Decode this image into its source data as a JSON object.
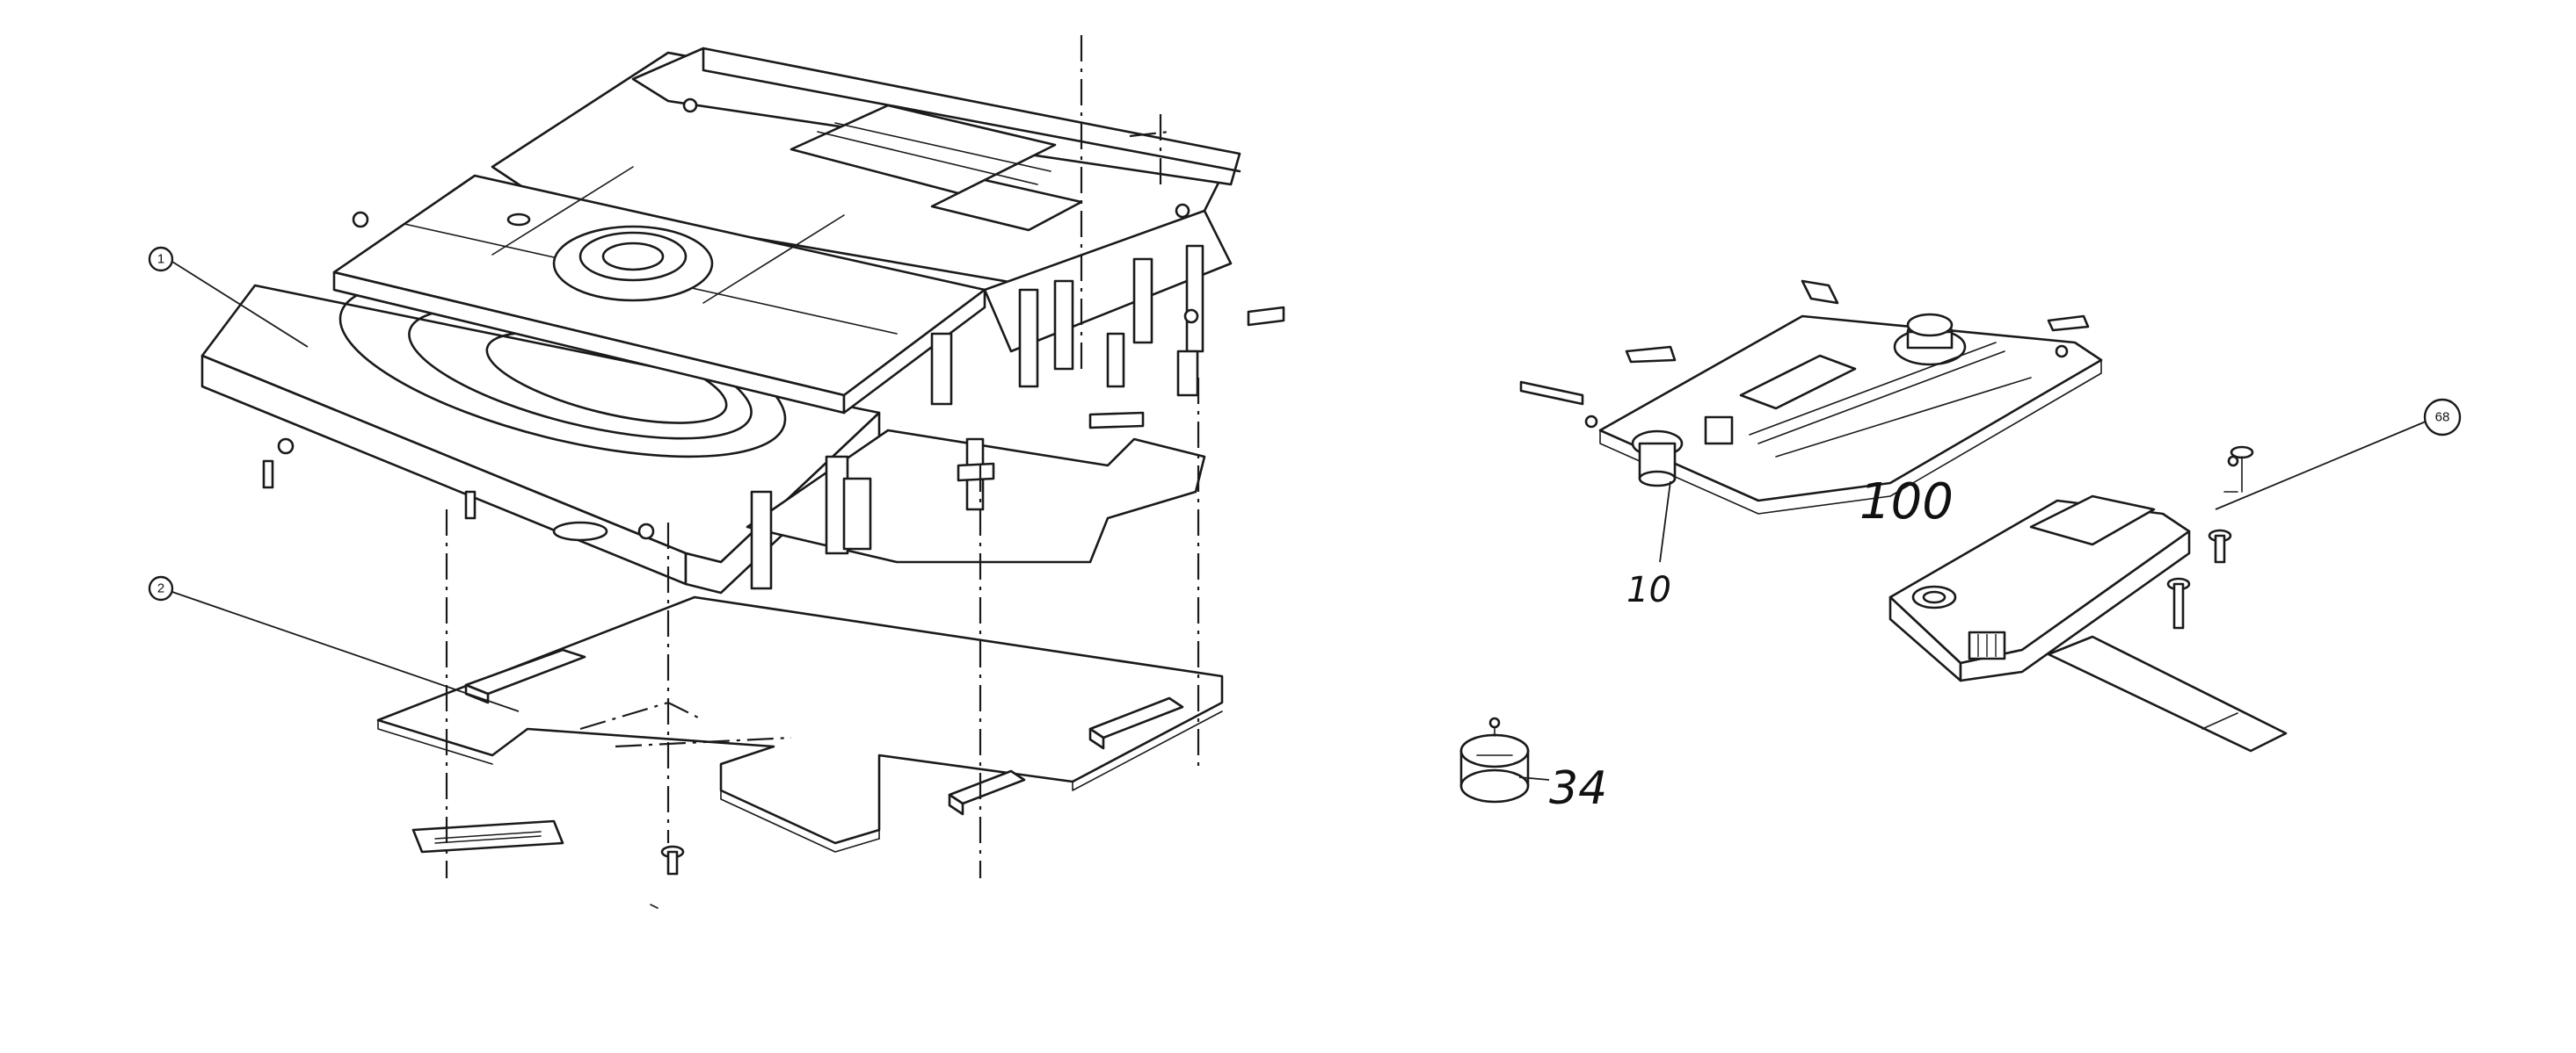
{
  "callouts": {
    "c1": "1",
    "c2": "2",
    "c68": "68"
  },
  "part_labels": {
    "l100": "100",
    "l10": "10",
    "l34": "34"
  }
}
